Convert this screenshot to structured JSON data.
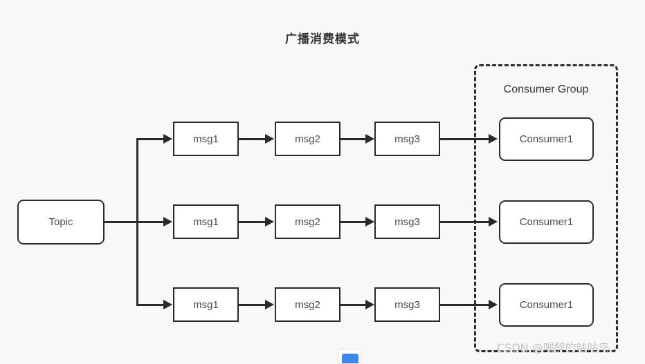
{
  "diagram": {
    "title": "广播消费模式",
    "background_color": "#f8f8f8",
    "stroke_color": "#2a2a2e",
    "text_color": "#4a4a4a"
  },
  "source": {
    "label": "Topic"
  },
  "rows": [
    {
      "messages": [
        "msg1",
        "msg2",
        "msg3"
      ],
      "consumer": "Consumer1"
    },
    {
      "messages": [
        "msg1",
        "msg2",
        "msg3"
      ],
      "consumer": "Consumer1"
    },
    {
      "messages": [
        "msg1",
        "msg2",
        "msg3"
      ],
      "consumer": "Consumer1"
    }
  ],
  "consumer_group": {
    "label": "Consumer Group",
    "border_style": "dashed"
  },
  "watermark": {
    "text": "CSDN @喝醉的咕咕鸟"
  },
  "bottom_button": {
    "color": "#4087e8"
  }
}
